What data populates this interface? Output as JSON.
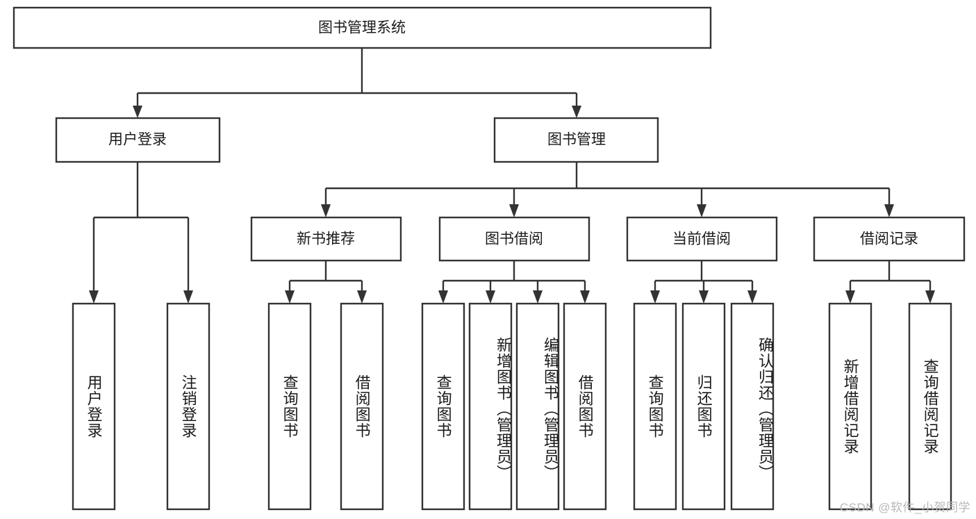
{
  "diagram": {
    "title": "图书管理系统",
    "type": "tree-hierarchy-diagram",
    "watermark": "CSDN @软件_小贺同学",
    "colors": {
      "box_stroke": "#333333",
      "box_fill": "#ffffff",
      "text": "#1a1a1a",
      "background": "#ffffff",
      "watermark": "#b8b8b8"
    },
    "root": {
      "label": "图书管理系统"
    },
    "level2": [
      {
        "label": "用户登录"
      },
      {
        "label": "图书管理"
      }
    ],
    "level3": [
      {
        "label": "新书推荐"
      },
      {
        "label": "图书借阅"
      },
      {
        "label": "当前借阅"
      },
      {
        "label": "借阅记录"
      }
    ],
    "leaves": {
      "user_login": [
        {
          "label": "用户登录"
        },
        {
          "label": "注销登录"
        }
      ],
      "new_book_recommend": [
        {
          "label": "查询图书"
        },
        {
          "label": "借阅图书"
        }
      ],
      "book_borrow": [
        {
          "label": "查询图书"
        },
        {
          "label": "新增图书（管理员）"
        },
        {
          "label": "编辑图书（管理员）"
        },
        {
          "label": "借阅图书"
        }
      ],
      "current_borrow": [
        {
          "label": "查询图书"
        },
        {
          "label": "归还图书"
        },
        {
          "label": "确认归还（管理员）"
        }
      ],
      "borrow_record": [
        {
          "label": "新增借阅记录"
        },
        {
          "label": "查询借阅记录"
        }
      ]
    }
  }
}
